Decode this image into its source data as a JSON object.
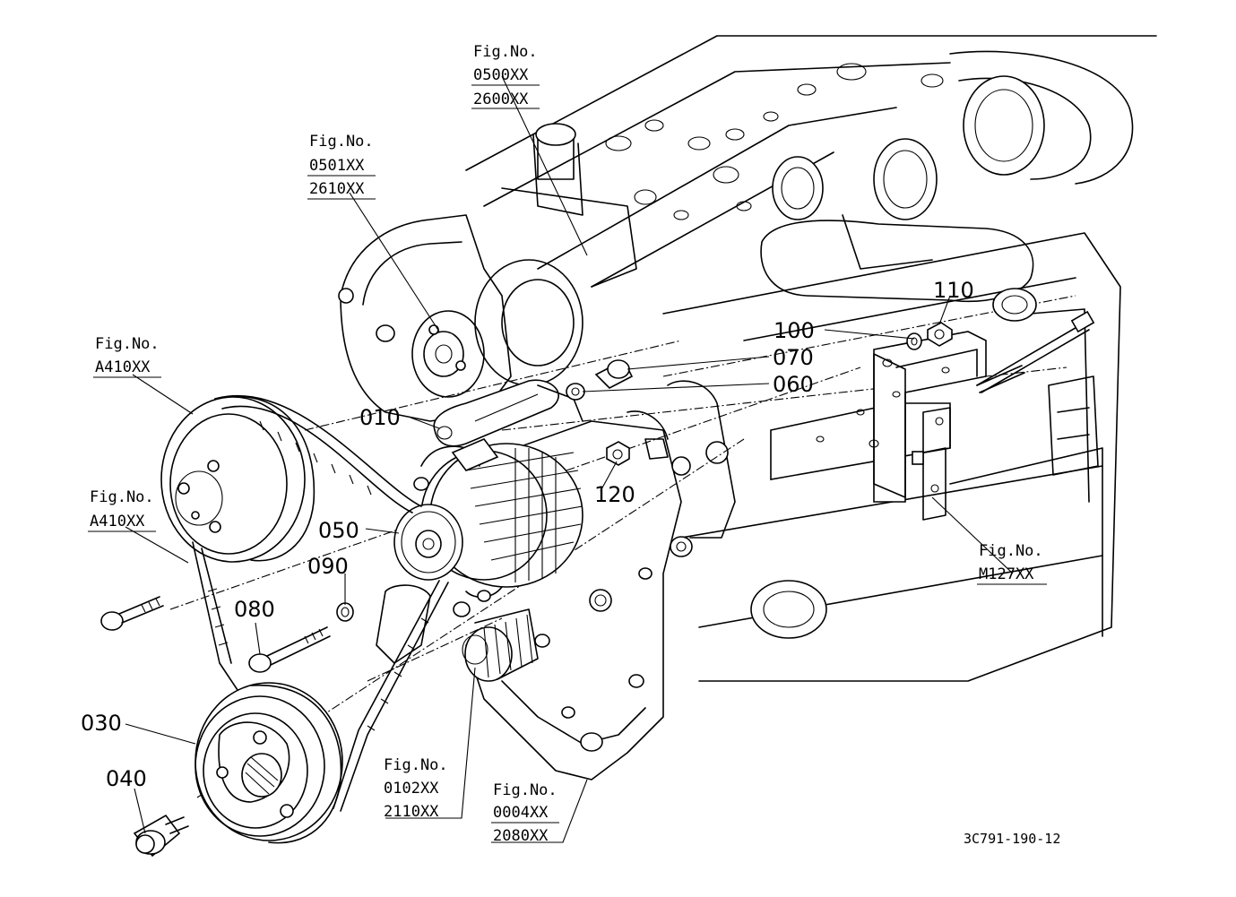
{
  "parts": [
    {
      "id": "p010",
      "number": "010"
    },
    {
      "id": "p030",
      "number": "030"
    },
    {
      "id": "p040",
      "number": "040"
    },
    {
      "id": "p050",
      "number": "050"
    },
    {
      "id": "p060",
      "number": "060"
    },
    {
      "id": "p070",
      "number": "070"
    },
    {
      "id": "p080",
      "number": "080"
    },
    {
      "id": "p090",
      "number": "090"
    },
    {
      "id": "p100",
      "number": "100"
    },
    {
      "id": "p110",
      "number": "110"
    },
    {
      "id": "p120",
      "number": "120"
    }
  ],
  "figure_refs": [
    {
      "label": "Fig.No.",
      "codes": [
        "0500XX",
        "2600XX"
      ]
    },
    {
      "label": "Fig.No.",
      "codes": [
        "0501XX",
        "2610XX"
      ]
    },
    {
      "label": "Fig.No.",
      "codes": [
        "A410XX"
      ]
    },
    {
      "label": "Fig.No.",
      "codes": [
        "A410XX"
      ]
    },
    {
      "label": "Fig.No.",
      "codes": [
        "M127XX"
      ]
    },
    {
      "label": "Fig.No.",
      "codes": [
        "0102XX",
        "2110XX"
      ]
    },
    {
      "label": "Fig.No.",
      "codes": [
        "0004XX",
        "2080XX"
      ]
    }
  ],
  "drawing_code": "3C791-190-12"
}
